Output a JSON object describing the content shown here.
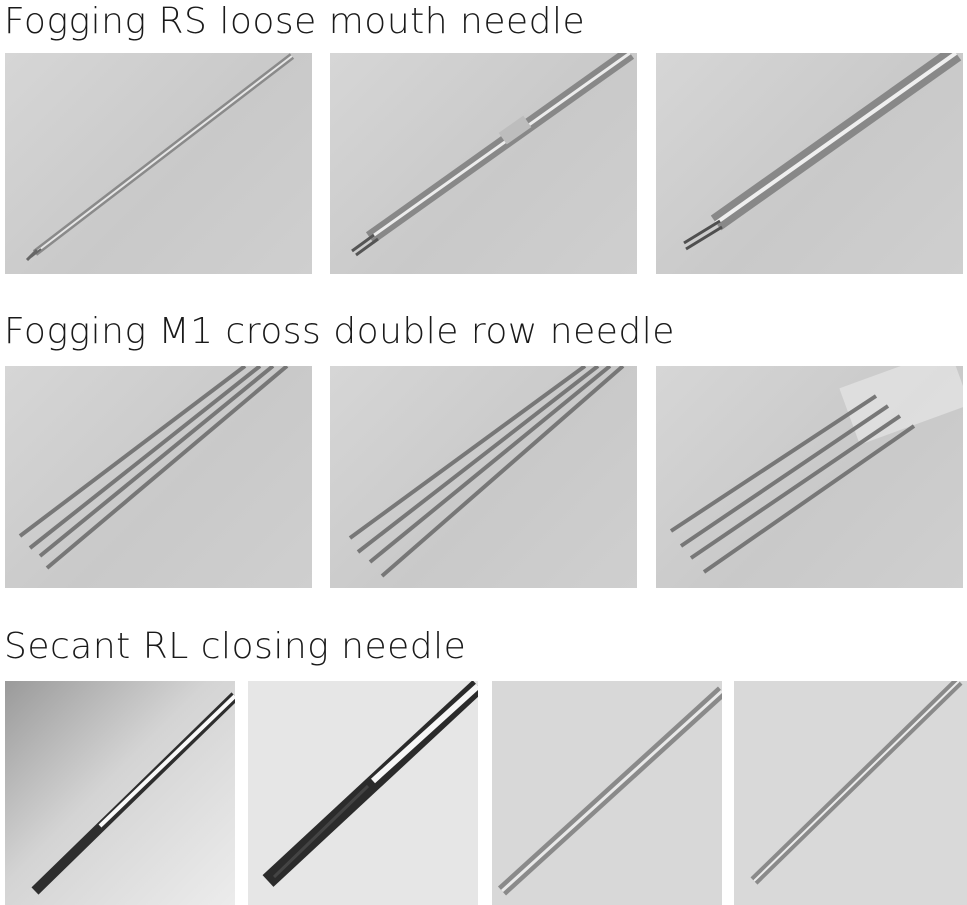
{
  "sections": [
    {
      "title": "Fogging RS loose mouth needle"
    },
    {
      "title": "Fogging M1 cross double row needle"
    },
    {
      "title": "Secant RL closing needle"
    }
  ]
}
